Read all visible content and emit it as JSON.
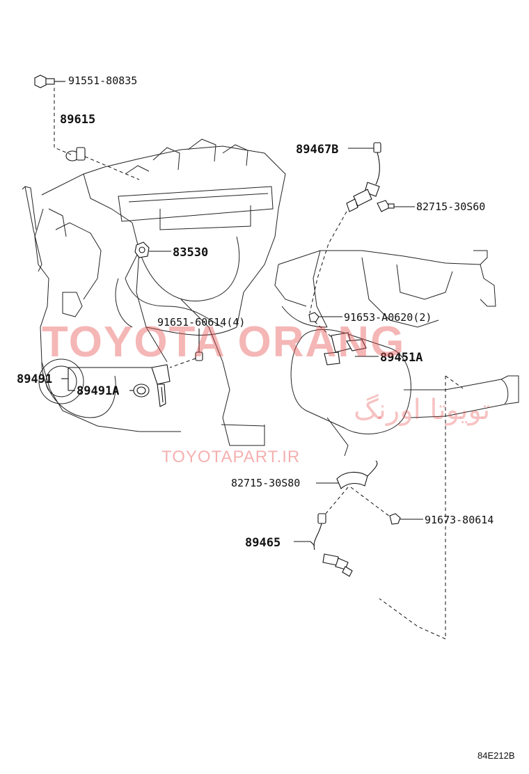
{
  "callouts": {
    "c1": "91551-80835",
    "c2": "89615",
    "c3": "89467B",
    "c4": "82715-30S60",
    "c5": "83530",
    "c6": "91651-60614(4)",
    "c7": "91653-A0620(2)",
    "c8": "89451A",
    "c9": "89491",
    "c10": "89491A",
    "c11": "82715-30S80",
    "c12": "91673-80614",
    "c13": "89465"
  },
  "watermark": {
    "main": "TOYOTA ORANG",
    "persian": "تویوتا اورنگ",
    "site": "TOYOTAPART.IR"
  },
  "diagram_code": "84E212B",
  "colors": {
    "line": "#111111",
    "watermark": "#e85050"
  }
}
